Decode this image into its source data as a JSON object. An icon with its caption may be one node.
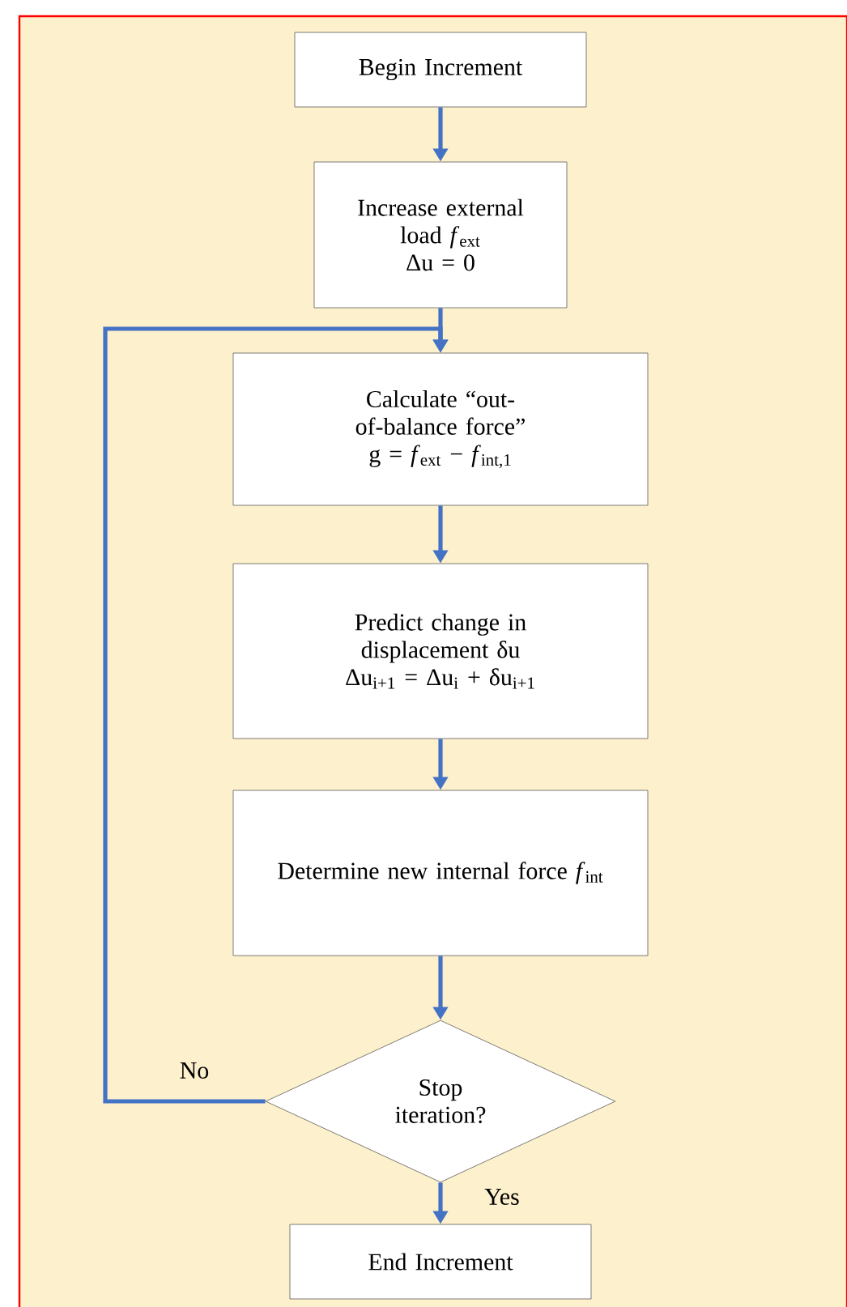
{
  "diagram": {
    "nodes": [
      {
        "text": [
          "Begin Increment"
        ]
      },
      {
        "text": [
          "Increase external load *f*$_{ext}$",
          "Δu = 0"
        ]
      },
      {
        "text": [
          "Calculate “out-of-balance force”",
          "g = *f*$_{ext}$ − *f*$_{int,1}$"
        ]
      },
      {
        "text": [
          "Predict change in displacement δu",
          "Δu$_{i+1}$ = Δu$_{i}$ + δu$_{i+1}$"
        ]
      },
      {
        "text": [
          "Determine new internal force *f*$_{int}$"
        ]
      },
      {
        "text": [
          "Stop iteration?"
        ]
      },
      {
        "text": [
          "End Increment"
        ]
      }
    ],
    "edges": [
      {
        "from": 0,
        "to": 1,
        "arrow": "to"
      },
      {
        "from": 1,
        "to": 2,
        "arrow": "to"
      },
      {
        "from": 2,
        "to": 3,
        "arrow": "to"
      },
      {
        "from": 3,
        "to": 4,
        "arrow": "to"
      },
      {
        "from": 4,
        "to": 5,
        "arrow": "to"
      },
      {
        "from": 5,
        "to": 6,
        "arrow": "to",
        "label": "Yes"
      },
      {
        "from": 5,
        "to": 2,
        "arrow": "to",
        "label": "No"
      }
    ]
  }
}
